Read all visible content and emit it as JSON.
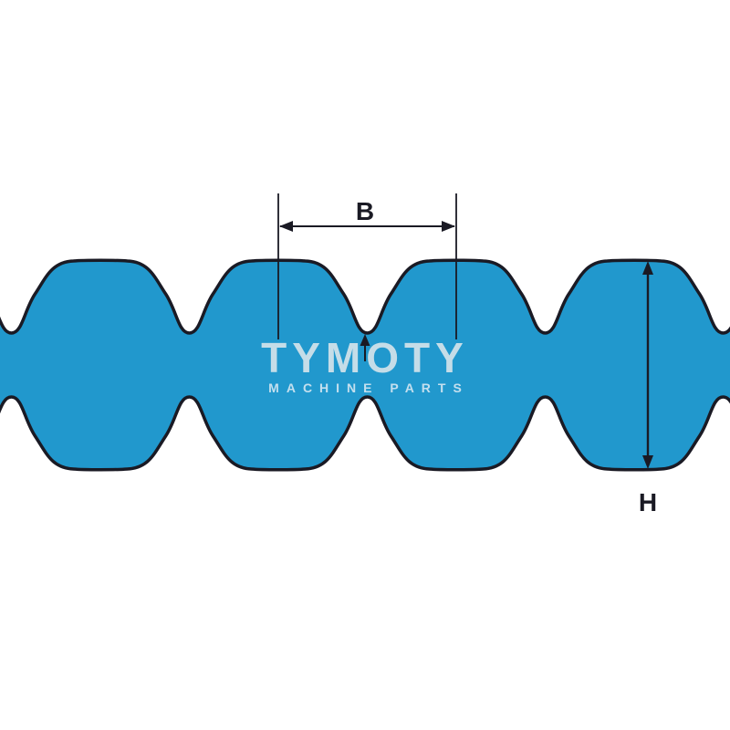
{
  "diagram": {
    "labels": {
      "width_dim": "B",
      "height_dim": "H"
    },
    "watermark": {
      "title": "TYMOTY",
      "subtitle": "MACHINE PARTS"
    },
    "colors": {
      "background": "#ffffff",
      "belt_fill": "#2198cd",
      "outline": "#1a1a24",
      "dimension": "#1a1a24",
      "watermark_title": "#e9edef",
      "watermark_subtitle": "#d5e7f2"
    }
  }
}
